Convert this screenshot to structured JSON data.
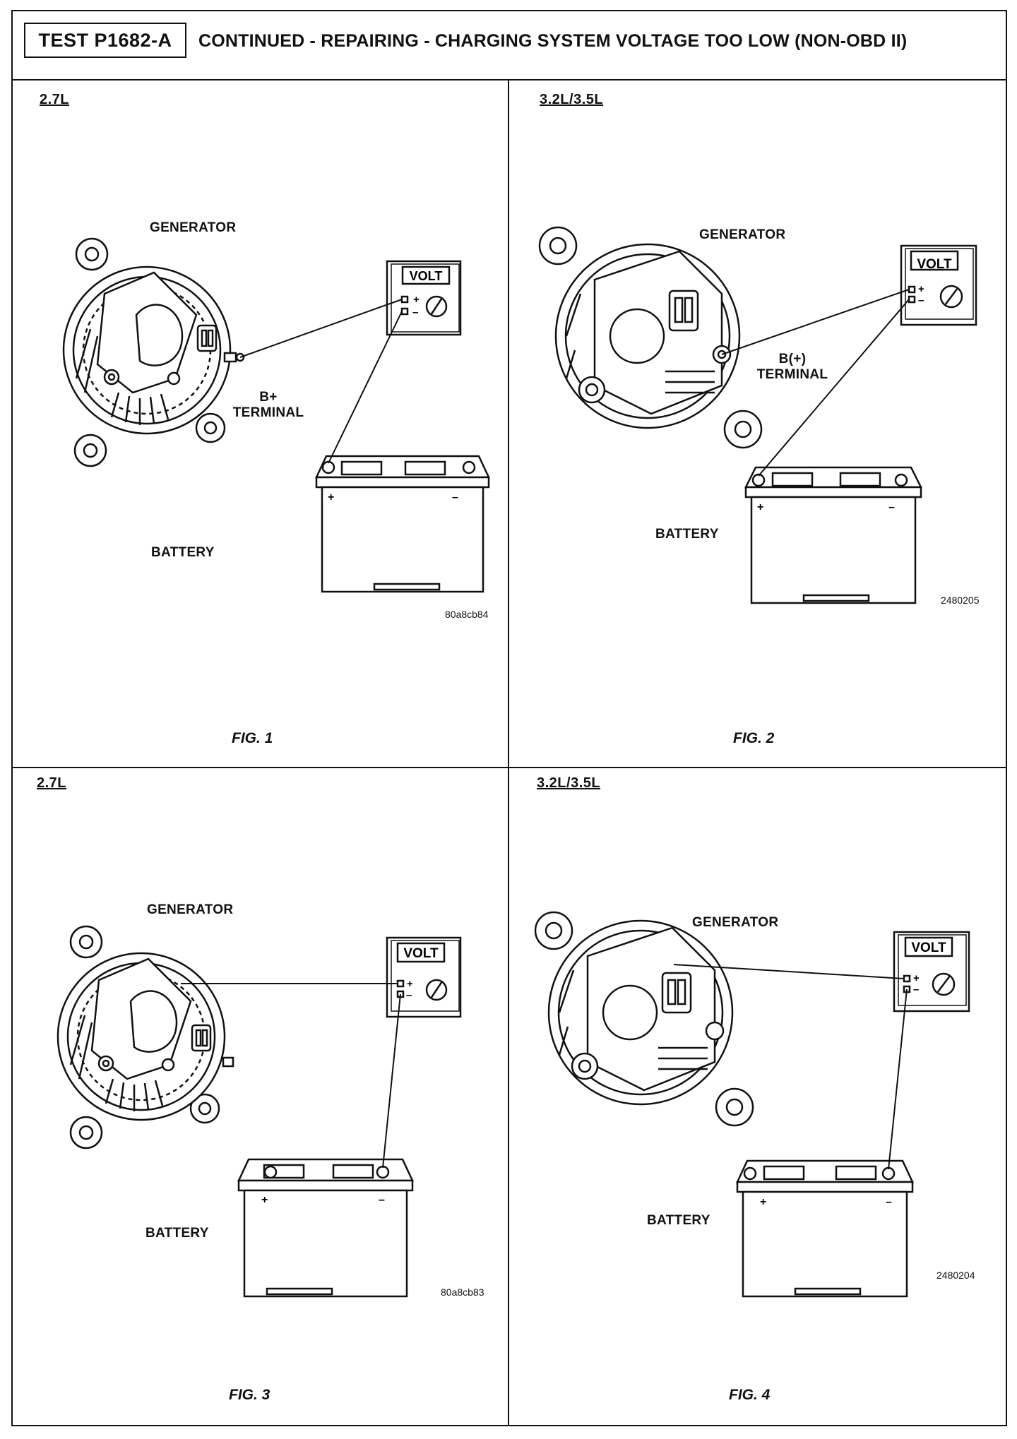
{
  "header": {
    "test_id": "TEST P1682-A",
    "title": "CONTINUED - REPAIRING - CHARGING SYSTEM VOLTAGE TOO LOW (NON-OBD II)"
  },
  "panels": [
    {
      "engine": "2.7L",
      "generator_label": "GENERATOR",
      "terminal_label_line1": "B+",
      "terminal_label_line2": "TERMINAL",
      "meter_label": "VOLT",
      "meter_plus": "+",
      "meter_minus": "–",
      "battery_label": "BATTERY",
      "battery_plus": "+",
      "battery_minus": "–",
      "code": "80a8cb84",
      "figure": "FIG. 1"
    },
    {
      "engine": "3.2L/3.5L",
      "generator_label": "GENERATOR",
      "terminal_label_line1": "B(+)",
      "terminal_label_line2": "TERMINAL",
      "meter_label": "VOLT",
      "meter_plus": "+",
      "meter_minus": "–",
      "battery_label": "BATTERY",
      "battery_plus": "+",
      "battery_minus": "–",
      "code": "2480205",
      "figure": "FIG. 2"
    },
    {
      "engine": "2.7L",
      "generator_label": "GENERATOR",
      "meter_label": "VOLT",
      "meter_plus": "+",
      "meter_minus": "–",
      "battery_label": "BATTERY",
      "battery_plus": "+",
      "battery_minus": "–",
      "code": "80a8cb83",
      "figure": "FIG. 3"
    },
    {
      "engine": "3.2L/3.5L",
      "generator_label": "GENERATOR",
      "meter_label": "VOLT",
      "meter_plus": "+",
      "meter_minus": "–",
      "battery_label": "BATTERY",
      "battery_plus": "+",
      "battery_minus": "–",
      "code": "2480204",
      "figure": "FIG. 4"
    }
  ]
}
